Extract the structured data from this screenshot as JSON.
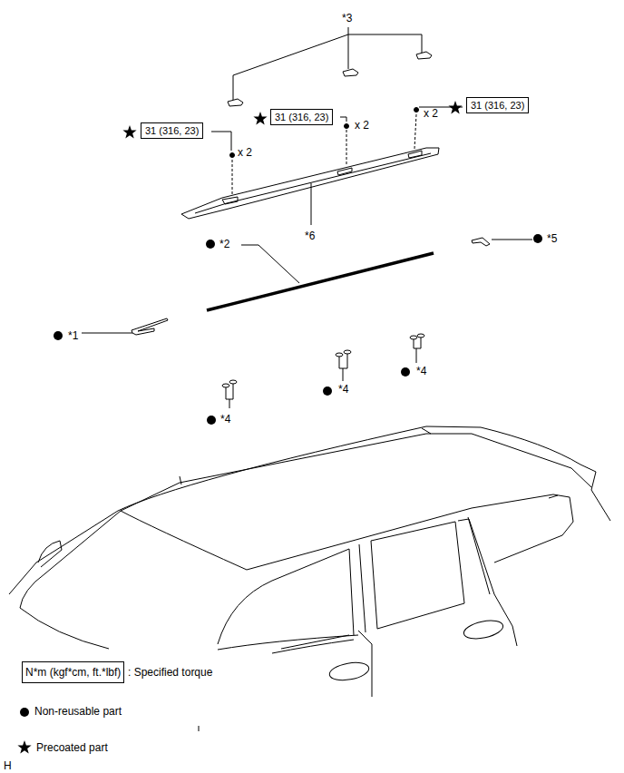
{
  "diagram": {
    "nodes": [
      {
        "text": [
          "31 (316, 23)"
        ]
      },
      {
        "text": [
          "31 (316, 23)"
        ]
      },
      {
        "text": [
          "31 (316, 23)"
        ]
      },
      {
        "text": [
          "N*m (kgf*cm, ft.*lbf)"
        ]
      }
    ],
    "labels": [
      "*3",
      "x 2",
      "x 2",
      "x 2",
      "*6",
      "*2",
      "*5",
      "*1",
      "*4",
      "*4",
      "*4",
      "H"
    ],
    "legend": [
      {
        "text": ": Specified torque"
      },
      {
        "text": "Non-reusable part"
      },
      {
        "text": "Precoated part"
      }
    ]
  }
}
